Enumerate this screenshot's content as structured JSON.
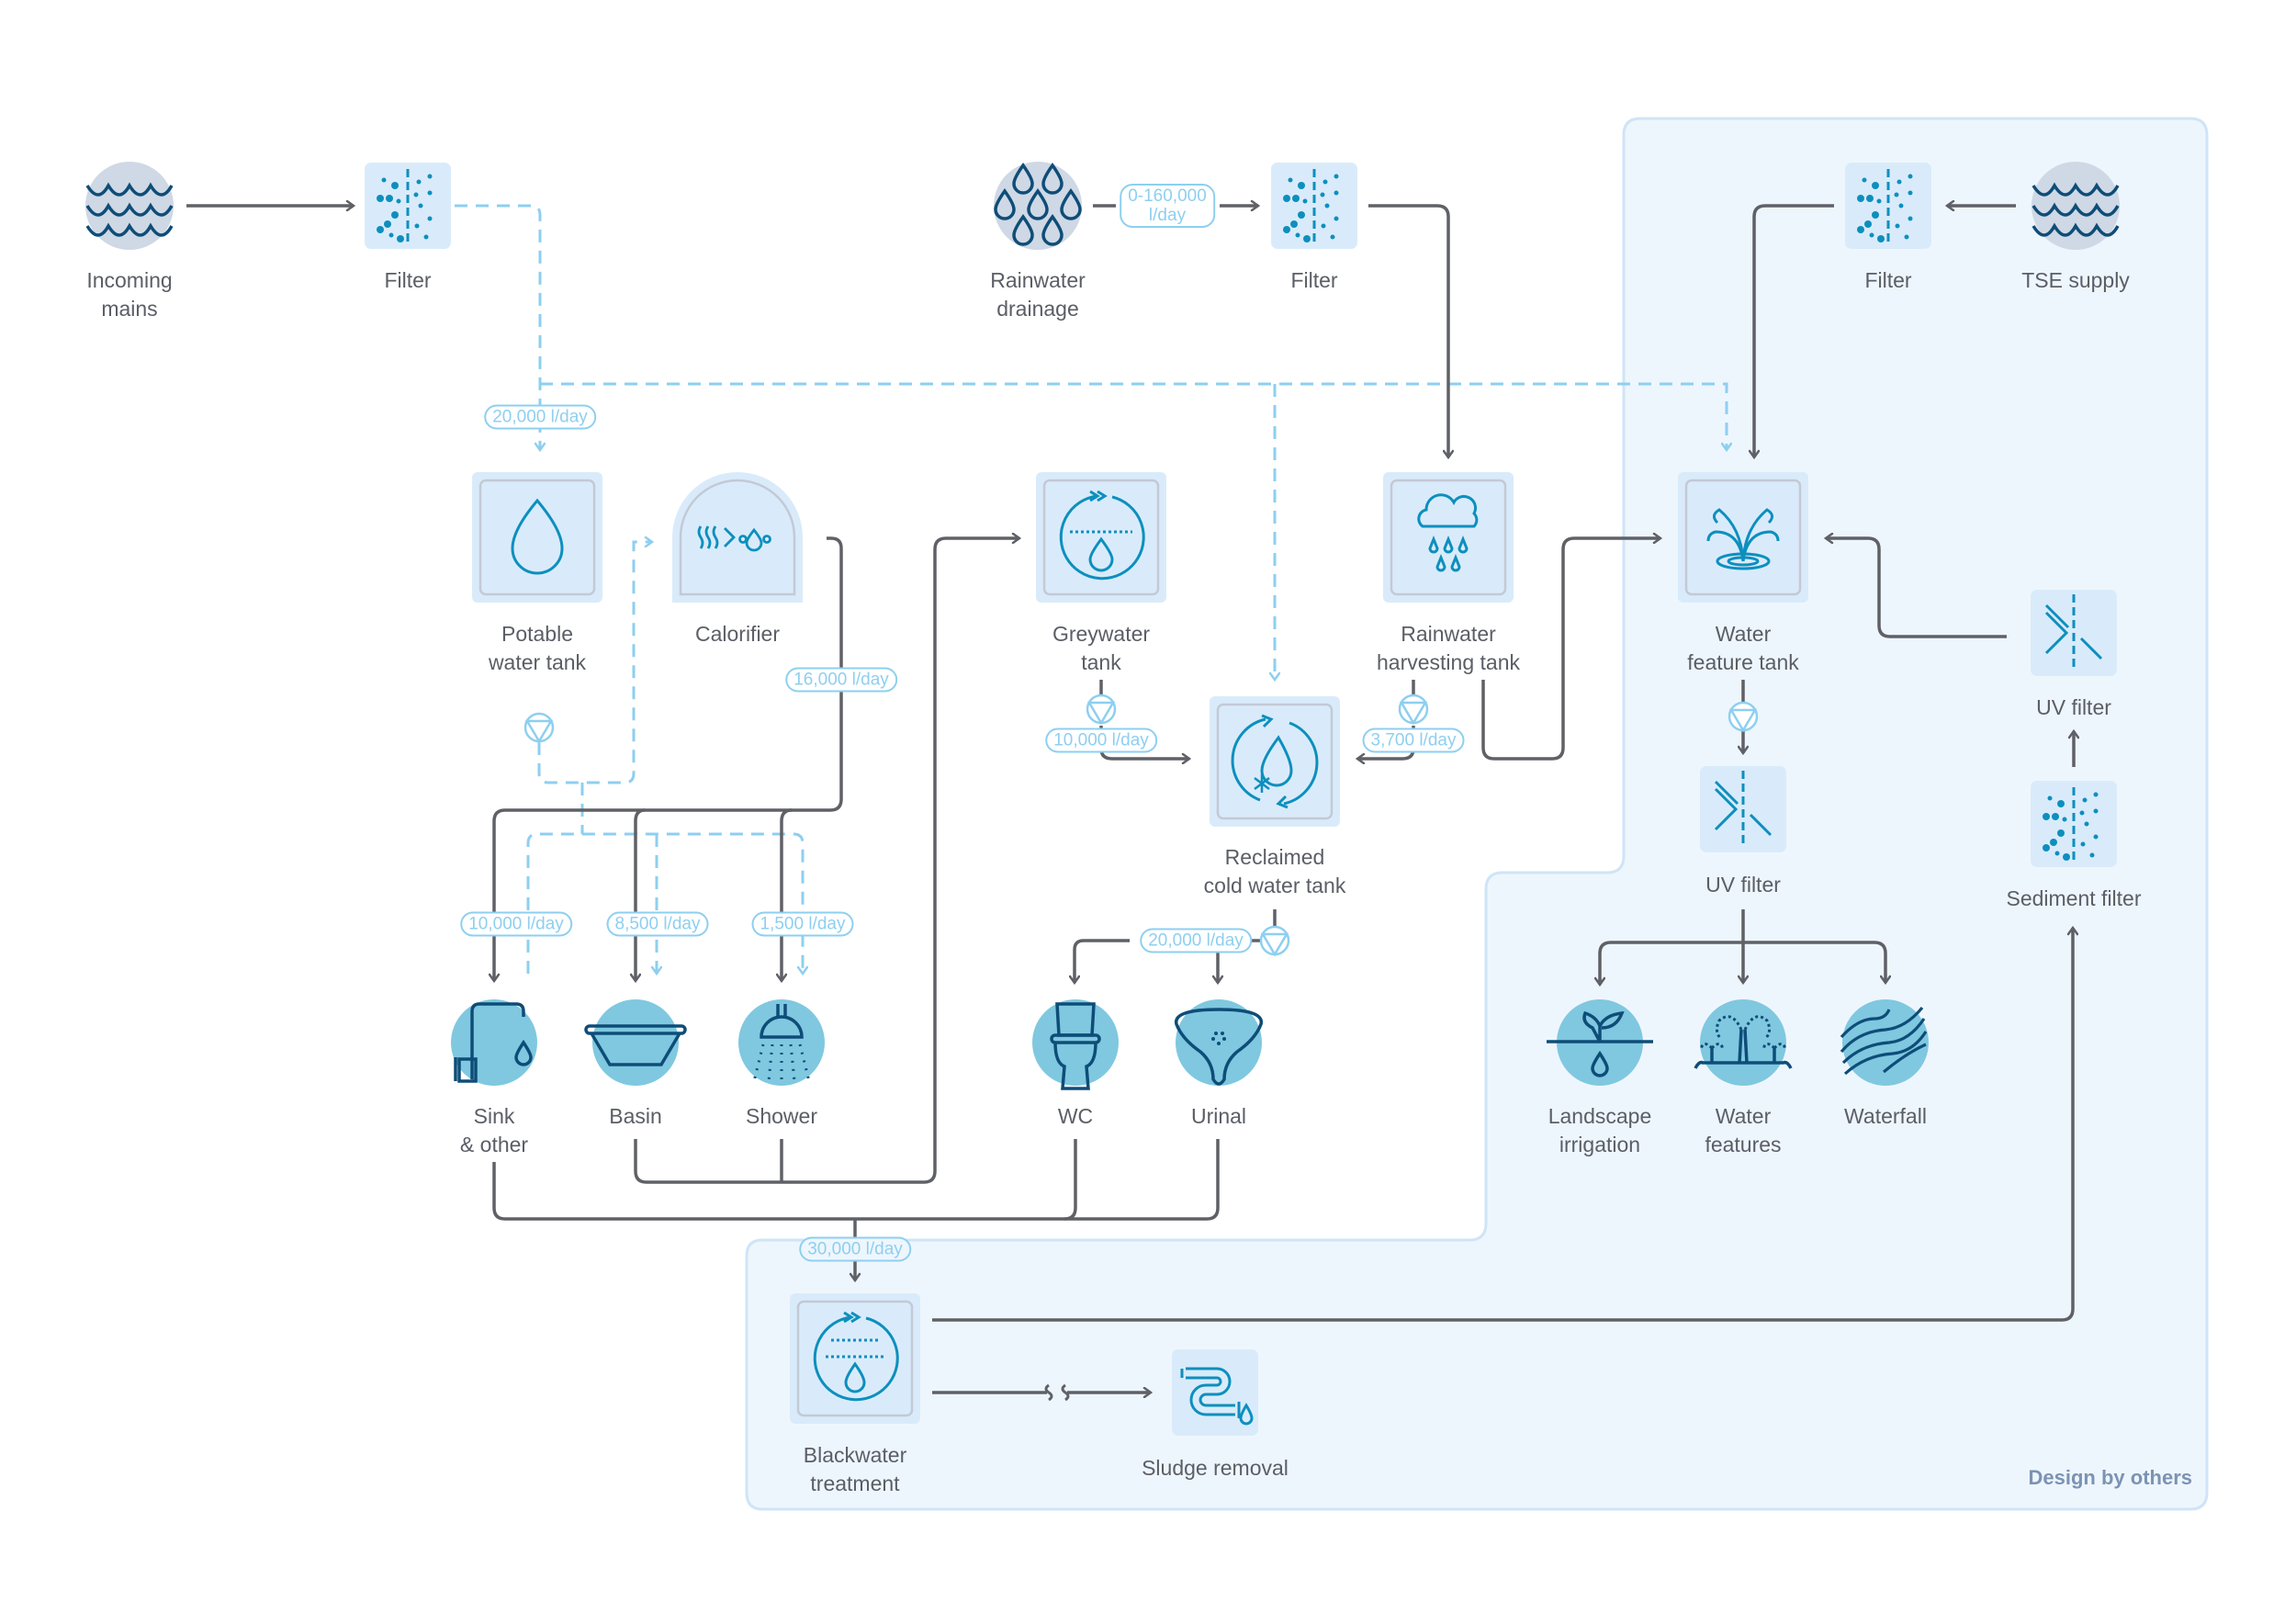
{
  "diagram": {
    "zone_label": "Design by others",
    "colors": {
      "pipe": "#5f6167",
      "potable_dashed": "#8ecff0",
      "icon_stroke": "#0d8fbe",
      "icon_dark": "#0e4d78",
      "tank_fill": "#d9ebfa",
      "fixture_circle": "#7fc8e0",
      "source_circle": "#cfd8e5",
      "zone_fill": "#eef6fd",
      "zone_border": "#cfe4f7",
      "label_text": "#5b5e66"
    },
    "nodes": {
      "incoming_mains": {
        "label": "Incoming\nmains",
        "icon": "waves-icon"
      },
      "filter_mains": {
        "label": "Filter",
        "icon": "filter-icon"
      },
      "rainwater_drainage": {
        "label": "Rainwater\ndrainage",
        "icon": "raindrops-icon"
      },
      "filter_rain": {
        "label": "Filter",
        "icon": "filter-icon"
      },
      "filter_tse": {
        "label": "Filter",
        "icon": "filter-icon"
      },
      "tse_supply": {
        "label": "TSE supply",
        "icon": "waves-icon"
      },
      "potable_tank": {
        "label": "Potable\nwater tank",
        "icon": "water-drop-icon"
      },
      "calorifier": {
        "label": "Calorifier",
        "icon": "heat-icon"
      },
      "greywater_tank": {
        "label": "Greywater\ntank",
        "icon": "recycle-drop-icon"
      },
      "rainwater_tank": {
        "label": "Rainwater\nharvesting tank",
        "icon": "rain-cloud-icon"
      },
      "water_feature_tank": {
        "label": "Water\nfeature tank",
        "icon": "fountain-icon"
      },
      "reclaimed_tank": {
        "label": "Reclaimed\ncold water tank",
        "icon": "cold-cycle-icon"
      },
      "uv_filter_right": {
        "label": "UV filter",
        "icon": "uv-filter-icon"
      },
      "sediment_filter": {
        "label": "Sediment filter",
        "icon": "sediment-filter-icon"
      },
      "uv_filter_feature": {
        "label": "UV filter",
        "icon": "uv-filter-icon"
      },
      "sink": {
        "label": "Sink\n& other",
        "icon": "tap-icon"
      },
      "basin": {
        "label": "Basin",
        "icon": "basin-icon"
      },
      "shower": {
        "label": "Shower",
        "icon": "shower-icon"
      },
      "wc": {
        "label": "WC",
        "icon": "toilet-icon"
      },
      "urinal": {
        "label": "Urinal",
        "icon": "urinal-icon"
      },
      "landscape": {
        "label": "Landscape\nirrigation",
        "icon": "sprout-icon"
      },
      "water_features": {
        "label": "Water\nfeatures",
        "icon": "fountain-jets-icon"
      },
      "waterfall": {
        "label": "Waterfall",
        "icon": "waterfall-icon"
      },
      "blackwater": {
        "label": "Blackwater\ntreatment",
        "icon": "treatment-icon"
      },
      "sludge": {
        "label": "Sludge removal",
        "icon": "pipe-trap-icon"
      }
    },
    "flows": {
      "rain_in": "0-160,000\nl/day",
      "potable_in": "20,000 l/day",
      "calorifier_out": "16,000 l/day",
      "greywater_out": "10,000 l/day",
      "rainwater_out": "3,700 l/day",
      "sink": "10,000 l/day",
      "basin": "8,500 l/day",
      "shower": "1,500 l/day",
      "reclaimed_out": "20,000 l/day",
      "blackwater_in": "30,000 l/day"
    }
  }
}
